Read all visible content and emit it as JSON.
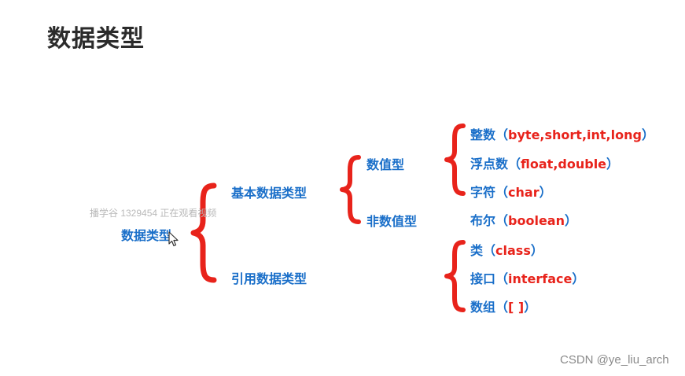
{
  "title": "数据类型",
  "root": {
    "label": "数据类型"
  },
  "primitive": {
    "label": "基本数据类型",
    "numeric": {
      "label": "数值型",
      "integer": {
        "label": "整数",
        "open": "（",
        "types": "byte,short,int,long",
        "close": "）"
      },
      "float": {
        "label": "浮点数",
        "open": "（",
        "types": "float,double",
        "close": "）"
      },
      "char": {
        "label": "字符",
        "open": "（",
        "types": "char",
        "close": "）"
      }
    },
    "non_numeric": {
      "label": "非数值型",
      "boolean": {
        "label": "布尔",
        "open": "（",
        "types": "boolean",
        "close": "）"
      }
    }
  },
  "reference": {
    "label": "引用数据类型",
    "class": {
      "label": "类",
      "open": "（",
      "types": "class",
      "close": "）"
    },
    "interface": {
      "label": "接口",
      "open": "（",
      "types": "interface",
      "close": "）"
    },
    "array": {
      "label": "数组",
      "open": "（",
      "types": "[ ]",
      "close": "）"
    }
  },
  "overlay_text": "播学谷 1329454 正在观看视频",
  "footer_credit": "CSDN @ye_liu_arch",
  "colors": {
    "label_blue": "#1a6fc9",
    "accent_red": "#e8231b",
    "title": "#2b2b2b"
  }
}
